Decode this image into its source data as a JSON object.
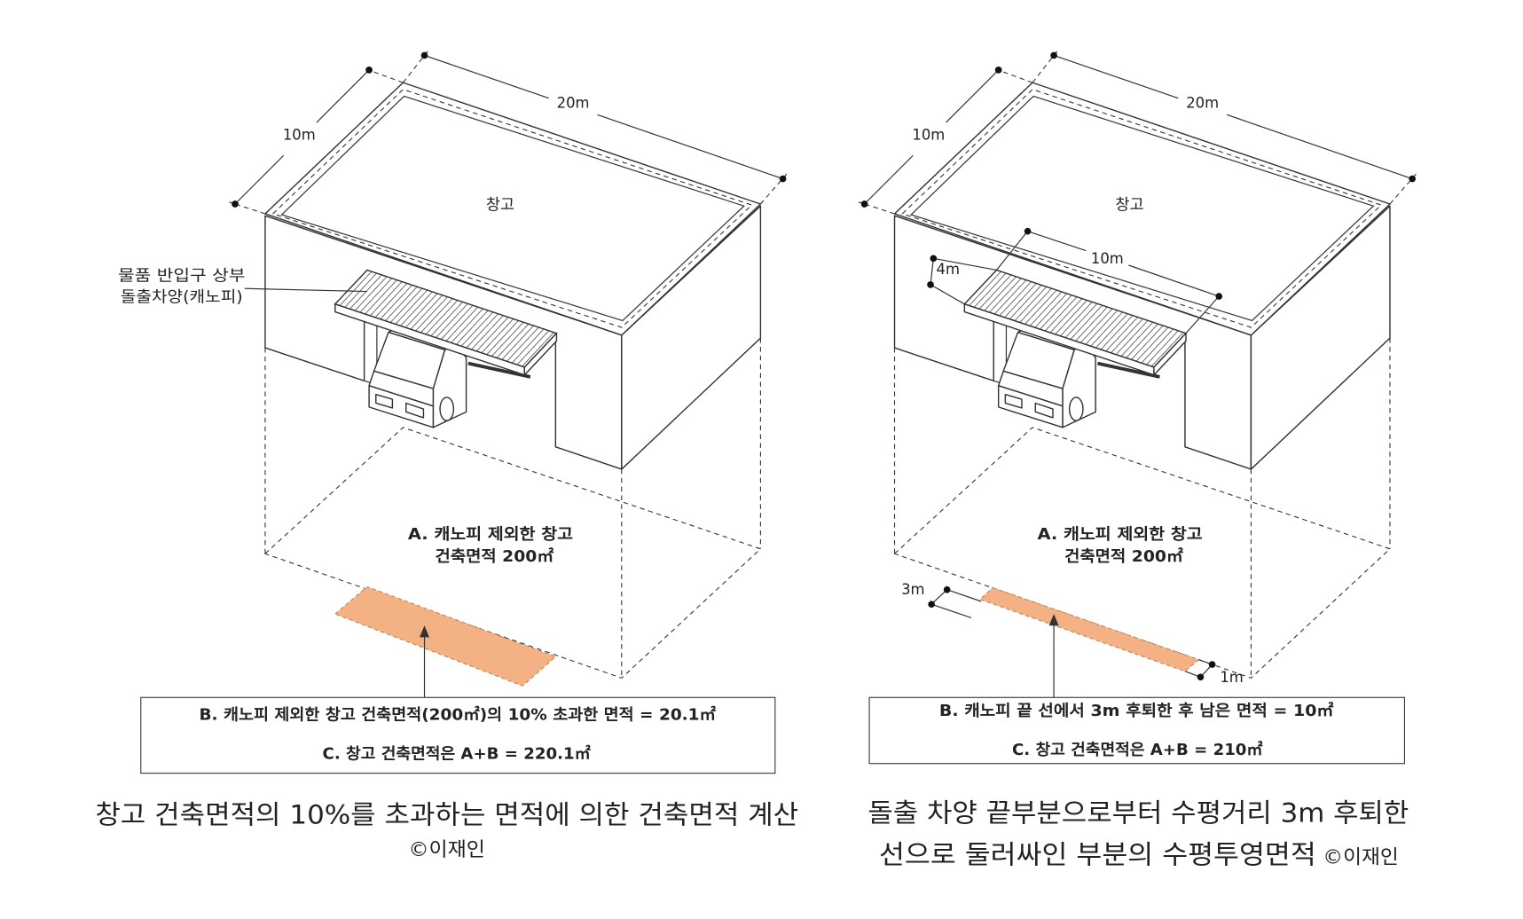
{
  "left": {
    "roof_label": "창고",
    "dim_depth": "10m",
    "dim_width": "20m",
    "callout_line1": "물품 반입구 상부",
    "callout_line2": "돌출차양(캐노피)",
    "area_a_line1": "A. 캐노피 제외한 창고",
    "area_a_line2": "건축면적 200㎡",
    "box_b": "B. 캐노피 제외한 창고 건축면적(200㎡)의 10% 초과한 면적 = 20.1㎡",
    "box_c": "C. 창고 건축면적은 A+B = 220.1㎡",
    "caption_line1": "창고 건축면적의 10%를 초과하는 면적에 의한 건축면적 계산",
    "credit": "©이재인"
  },
  "right": {
    "roof_label": "창고",
    "dim_depth": "10m",
    "dim_width": "20m",
    "canopy_depth": "4m",
    "canopy_length": "10m",
    "area_a_line1": "A. 캐노피 제외한 창고",
    "area_a_line2": "건축면적 200㎡",
    "setback": "3m",
    "remaining": "1m",
    "box_b": "B. 캐노피 끝 선에서 3m 후퇴한 후 남은 면적 = 10㎡",
    "box_c": "C. 창고 건축면적은 A+B = 210㎡",
    "caption_line1": "돌출 차양 끝부분으로부터 수평거리 3m 후퇴한",
    "caption_line2": "선으로 둘러싸인 부분의 수평투영면적",
    "credit": "©이재인"
  },
  "colors": {
    "orange_text": "#e0913f",
    "red_text": "#d0281f",
    "orange_fill": "#f4b183",
    "orange_outline": "#c9824f",
    "ground_fill": "#e6e6e6"
  }
}
